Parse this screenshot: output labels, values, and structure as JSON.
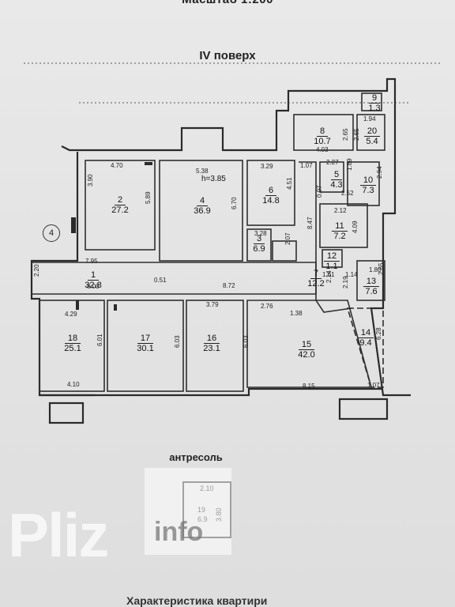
{
  "header": {
    "scale": "Масштаб 1:200",
    "floor": "IV поверх"
  },
  "axis_marker": "4",
  "rooms": [
    {
      "num": "1",
      "area": "32.8"
    },
    {
      "num": "2",
      "area": "27.2"
    },
    {
      "num": "3",
      "area": "6.9"
    },
    {
      "num": "4",
      "area": "36.9"
    },
    {
      "num": "5",
      "area": "4.3"
    },
    {
      "num": "6",
      "area": "14.8"
    },
    {
      "num": "7",
      "area": "12.2"
    },
    {
      "num": "8",
      "area": "10.7"
    },
    {
      "num": "9",
      "area": "1.3"
    },
    {
      "num": "10",
      "area": "7.3"
    },
    {
      "num": "11",
      "area": "7.2"
    },
    {
      "num": "12",
      "area": "1.1"
    },
    {
      "num": "13",
      "area": "7.6"
    },
    {
      "num": "14",
      "area": "9.4"
    },
    {
      "num": "15",
      "area": "42.0"
    },
    {
      "num": "16",
      "area": "23.1"
    },
    {
      "num": "17",
      "area": "30.1"
    },
    {
      "num": "18",
      "area": "25.1"
    },
    {
      "num": "20",
      "area": "5.4"
    }
  ],
  "room4_height": "h=3.85",
  "dims": {
    "d470": "4.70",
    "d390": "3.90",
    "d589": "5.89",
    "d538": "5.38",
    "d670": "6.70",
    "d329": "3.29",
    "d451": "4.51",
    "d328": "3.28",
    "d207": "2.07",
    "d107": "1.07",
    "d227": "2.27",
    "d189": "1.89",
    "d294": "2.94",
    "d252": "2.52",
    "d097": "0.97",
    "d212": "2.12",
    "d409": "4.09",
    "d847": "8.47",
    "d403": "4.03",
    "d265a": "2.65",
    "d265b": "2.65",
    "d194": "1.94",
    "d795": "7.95",
    "d220": "2.20",
    "d800": "8.00",
    "d051": "0.51",
    "d872": "8.72",
    "d161": "1.61",
    "d114": "1.14",
    "d214": "2.14",
    "d219": "2.19",
    "d180": "1.80",
    "d265c": "2.65",
    "d429": "4.29",
    "d601": "6.01",
    "d603a": "6.03",
    "d379": "3.79",
    "d603b": "6.03",
    "d276": "2.76",
    "d138": "1.38",
    "d628": "6.28",
    "d410": "4.10",
    "d815": "8.15",
    "d107b": "1.07"
  },
  "mezzanine": {
    "title": "антресоль",
    "dim_w": "2.10",
    "dim_h": "3.80",
    "room": "19",
    "area": "6.9"
  },
  "watermark": {
    "main": "Pliz",
    "sub": "info"
  },
  "footer": "Характеристика квартири"
}
